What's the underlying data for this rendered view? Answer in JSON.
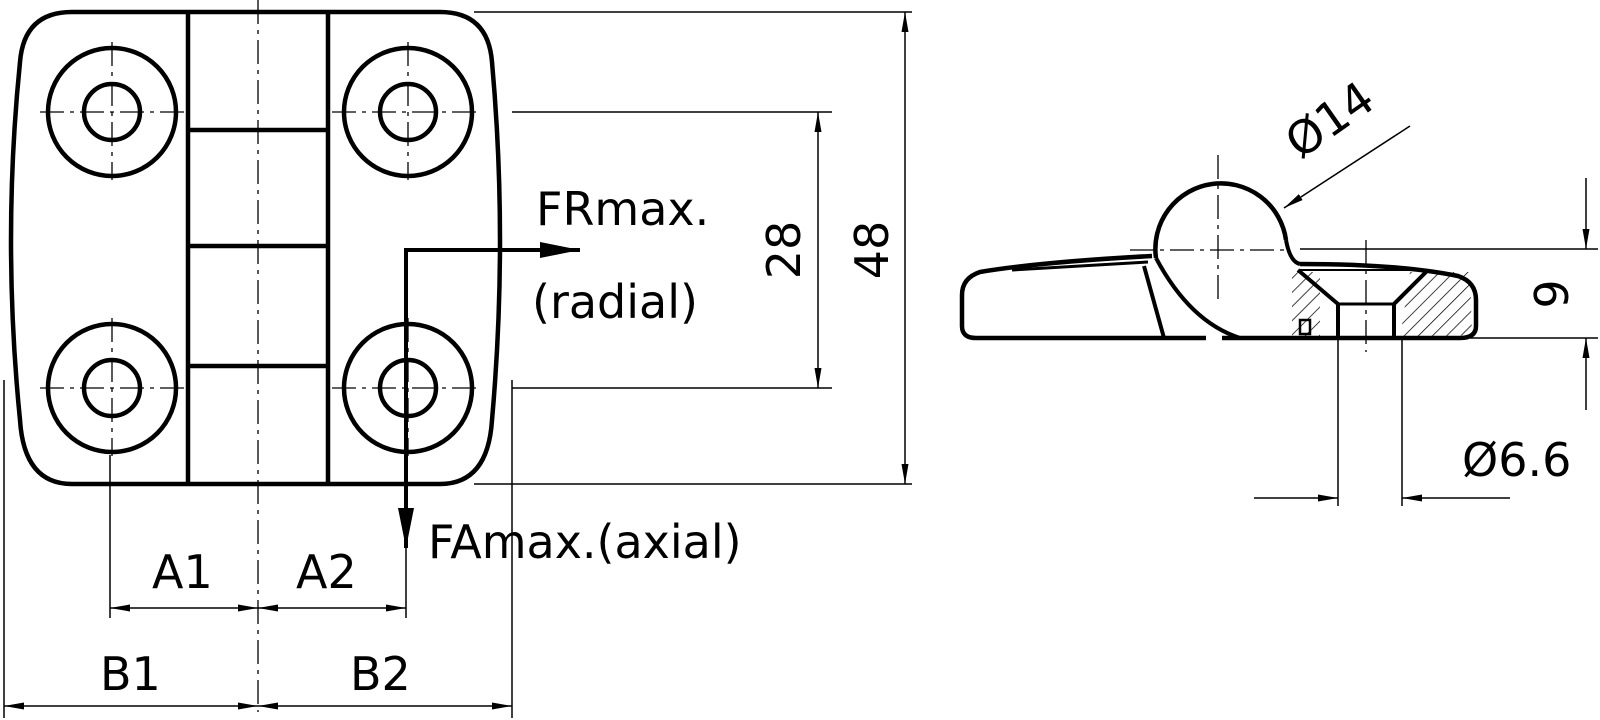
{
  "labels": {
    "fr": "FRmax.",
    "radial": "(radial)",
    "fa": "FAmax.(axial)",
    "a1": "A1",
    "a2": "A2",
    "b1": "B1",
    "b2": "B2",
    "dim_28": "28",
    "dim_48": "48",
    "dim_9": "9",
    "dia_14": "Ø14",
    "dia_6_6": "Ø6.6"
  }
}
